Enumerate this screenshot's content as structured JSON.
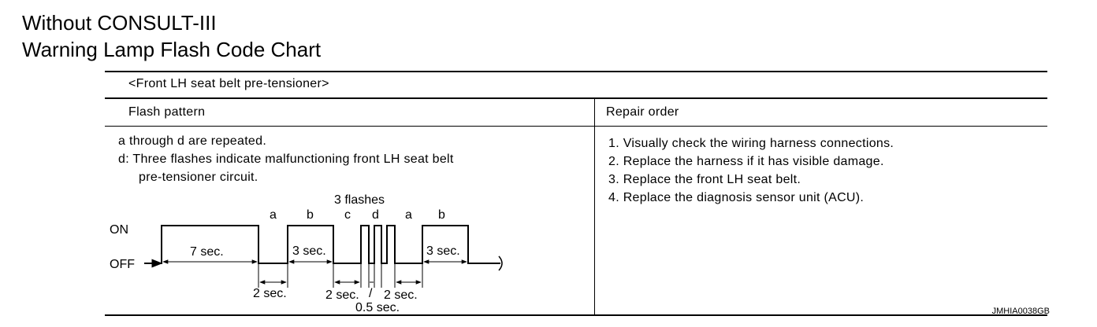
{
  "page": {
    "title_line1": "Without CONSULT-III",
    "title_line2": "Warning Lamp Flash Code Chart"
  },
  "table": {
    "caption": "<Front LH seat belt pre-tensioner>",
    "col_flash": "Flash pattern",
    "col_repair": "Repair order",
    "flash_desc_1": "a through d are repeated.",
    "flash_desc_2": "d: Three flashes indicate malfunctioning front LH seat belt",
    "flash_desc_3": "pre-tensioner circuit.",
    "repair_steps": [
      "1. Visually check the wiring harness connections.",
      "2. Replace the harness if it has visible damage.",
      "3. Replace the front LH seat belt.",
      "4. Replace the diagnosis sensor unit (ACU)."
    ]
  },
  "diagram": {
    "label_on": "ON",
    "label_off": "OFF",
    "label_three_flashes": "3 flashes",
    "letter_a": "a",
    "letter_b": "b",
    "letter_c": "c",
    "letter_d": "d",
    "dur_7": "7 sec.",
    "dur_3": "3 sec.",
    "dur_2": "2 sec.",
    "dur_slash": "/",
    "dur_05": "0.5 sec."
  },
  "footer": {
    "ref_code": "JMHIA0038GB"
  }
}
